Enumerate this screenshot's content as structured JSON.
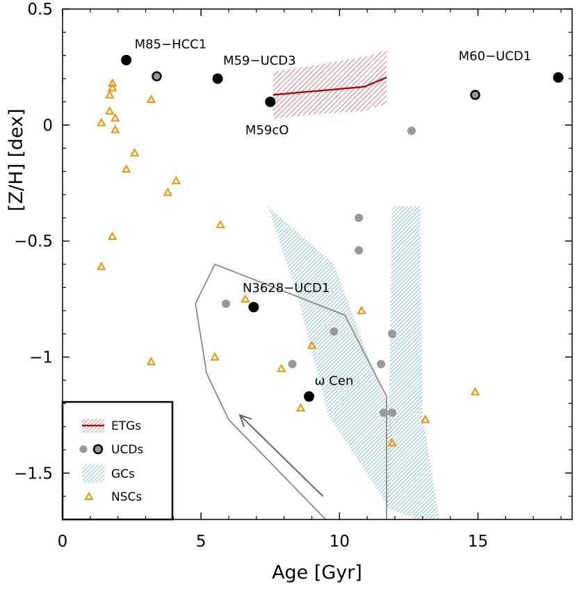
{
  "chart_data": {
    "type": "scatter",
    "xlabel": "Age [Gyr]",
    "ylabel": "[Z/H] [dex]",
    "xlim": [
      0,
      18.4
    ],
    "ylim": [
      -1.7,
      0.5
    ],
    "xticks": [
      0,
      5,
      10,
      15
    ],
    "xtick_labels": [
      "0",
      "5",
      "10",
      "15"
    ],
    "yticks": [
      0.5,
      0,
      -0.5,
      -1,
      -1.5
    ],
    "ytick_labels": [
      "0.5",
      "0",
      "−0.5",
      "−1",
      "−1.5"
    ],
    "grid": false,
    "legend_position": "bottom-left",
    "legend": [
      {
        "label": "ETGs"
      },
      {
        "label": "UCDs"
      },
      {
        "label": "GCs"
      },
      {
        "label": "NSCs"
      }
    ],
    "colors": {
      "etg": "#a01010",
      "etg_fill": "#d8404a",
      "ucd_gray": "#999999",
      "ucd_black": "#000000",
      "gc_fill": "#5aa8a8",
      "nsc": "#f0900a",
      "track": "#888888",
      "arrow": "#666666"
    },
    "series": [
      {
        "name": "ETGs",
        "kind": "band",
        "line": [
          [
            7.6,
            0.13
          ],
          [
            10.9,
            0.165
          ],
          [
            11.7,
            0.205
          ]
        ],
        "band": [
          [
            7.6,
            0.23
          ],
          [
            9.5,
            0.265
          ],
          [
            11.1,
            0.3
          ],
          [
            11.7,
            0.325
          ],
          [
            11.7,
            0.09
          ],
          [
            10.9,
            0.06
          ],
          [
            9.0,
            0.045
          ],
          [
            7.6,
            0.025
          ]
        ]
      },
      {
        "name": "GCs",
        "kind": "region",
        "polygons": [
          [
            [
              7.4,
              -0.35
            ],
            [
              9.8,
              -0.6
            ],
            [
              11.2,
              -1.05
            ],
            [
              11.9,
              -1.25
            ],
            [
              11.8,
              -1.65
            ],
            [
              9.6,
              -1.25
            ],
            [
              8.4,
              -0.7
            ]
          ],
          [
            [
              11.9,
              -0.35
            ],
            [
              12.9,
              -0.35
            ],
            [
              13.0,
              -1.25
            ],
            [
              13.6,
              -1.7
            ],
            [
              12.8,
              -1.7
            ],
            [
              11.7,
              -1.65
            ],
            [
              11.8,
              -1.1
            ]
          ]
        ]
      },
      {
        "name": "model track",
        "kind": "track",
        "points": [
          [
            11.7,
            -1.7
          ],
          [
            11.7,
            -1.17
          ],
          [
            10.2,
            -0.82
          ],
          [
            5.5,
            -0.6
          ],
          [
            4.8,
            -0.77
          ],
          [
            5.2,
            -1.07
          ],
          [
            6.0,
            -1.27
          ],
          [
            9.5,
            -1.7
          ]
        ]
      },
      {
        "name": "model arrow",
        "kind": "arrow",
        "from": [
          9.4,
          -1.6
        ],
        "to": [
          6.4,
          -1.25
        ]
      },
      {
        "name": "UCDs (gray)",
        "kind": "gray",
        "points": [
          [
            5.9,
            -0.77
          ],
          [
            8.3,
            -1.03
          ],
          [
            9.8,
            -0.89
          ],
          [
            10.7,
            -0.4
          ],
          [
            10.7,
            -0.54
          ],
          [
            11.5,
            -1.03
          ],
          [
            11.6,
            -1.24
          ],
          [
            11.9,
            -0.9
          ],
          [
            11.9,
            -1.24
          ],
          [
            12.6,
            -0.025
          ]
        ]
      },
      {
        "name": "UCDs (black)",
        "kind": "black",
        "points": [
          [
            2.3,
            0.28
          ],
          [
            5.6,
            0.2
          ],
          [
            7.5,
            0.1
          ],
          [
            6.9,
            -0.785
          ],
          [
            8.9,
            -1.17
          ],
          [
            17.9,
            0.205
          ]
        ]
      },
      {
        "name": "UCDs (ringed)",
        "kind": "ringed",
        "points": [
          [
            3.4,
            0.21
          ],
          [
            14.9,
            0.13
          ]
        ]
      },
      {
        "name": "NSCs",
        "kind": "triangle",
        "points": [
          [
            1.4,
            0.01
          ],
          [
            1.7,
            0.13
          ],
          [
            1.8,
            0.18
          ],
          [
            1.8,
            0.16
          ],
          [
            1.7,
            0.06
          ],
          [
            1.9,
            0.03
          ],
          [
            1.9,
            -0.02
          ],
          [
            2.6,
            -0.12
          ],
          [
            2.3,
            -0.19
          ],
          [
            3.2,
            0.11
          ],
          [
            4.1,
            -0.24
          ],
          [
            3.8,
            -0.29
          ],
          [
            1.8,
            -0.48
          ],
          [
            1.4,
            -0.61
          ],
          [
            5.7,
            -0.43
          ],
          [
            3.2,
            -1.02
          ],
          [
            5.5,
            -1.0
          ],
          [
            6.6,
            -0.75
          ],
          [
            7.9,
            -1.05
          ],
          [
            8.6,
            -1.22
          ],
          [
            9.0,
            -0.95
          ],
          [
            10.8,
            -0.8
          ],
          [
            11.9,
            -1.37
          ],
          [
            13.1,
            -1.27
          ],
          [
            14.9,
            -1.15
          ]
        ]
      }
    ],
    "annotations": [
      {
        "text": "M85−HCC1",
        "x": 2.6,
        "y": 0.33
      },
      {
        "text": "M59−UCD3",
        "x": 5.8,
        "y": 0.26
      },
      {
        "text": "M60−UCD1",
        "x": 14.3,
        "y": 0.28
      },
      {
        "text": "M59cO",
        "x": 6.6,
        "y": -0.04
      },
      {
        "text": "N3628−UCD1",
        "x": 6.5,
        "y": -0.72
      },
      {
        "text": "ω Cen",
        "x": 9.1,
        "y": -1.12
      }
    ]
  }
}
